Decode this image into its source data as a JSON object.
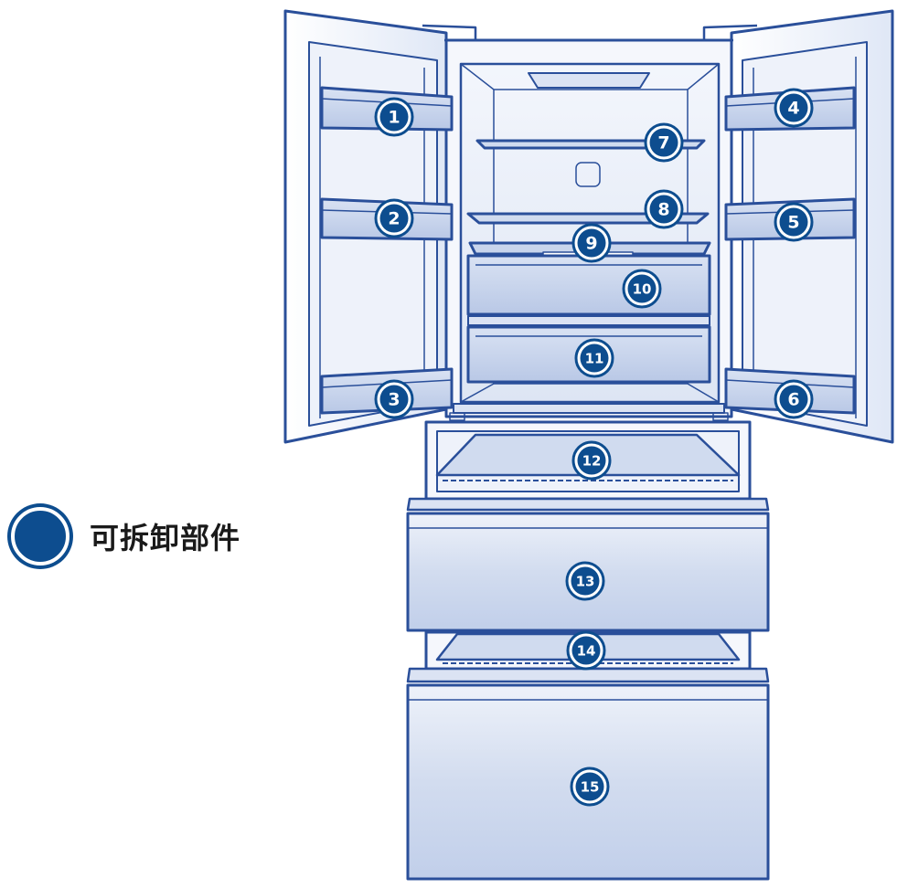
{
  "colors": {
    "outline": "#2a4f9a",
    "fill_light": "#e6ecf8",
    "fill_mid": "#cdd8ee",
    "fill_dark": "#b3c3e3",
    "badge": "#0d4d8f",
    "badge_ring": "#ffffff",
    "legend_text": "#1a1a1a"
  },
  "legend": {
    "label": "可拆卸部件",
    "icon": "filled-circle-badge-icon"
  },
  "parts": [
    {
      "id": "1",
      "label": "1"
    },
    {
      "id": "2",
      "label": "2"
    },
    {
      "id": "3",
      "label": "3"
    },
    {
      "id": "4",
      "label": "4"
    },
    {
      "id": "5",
      "label": "5"
    },
    {
      "id": "6",
      "label": "6"
    },
    {
      "id": "7",
      "label": "7"
    },
    {
      "id": "8",
      "label": "8"
    },
    {
      "id": "9",
      "label": "9"
    },
    {
      "id": "10",
      "label": "10"
    },
    {
      "id": "11",
      "label": "11"
    },
    {
      "id": "12",
      "label": "12"
    },
    {
      "id": "13",
      "label": "13"
    },
    {
      "id": "14",
      "label": "14"
    },
    {
      "id": "15",
      "label": "15"
    }
  ]
}
